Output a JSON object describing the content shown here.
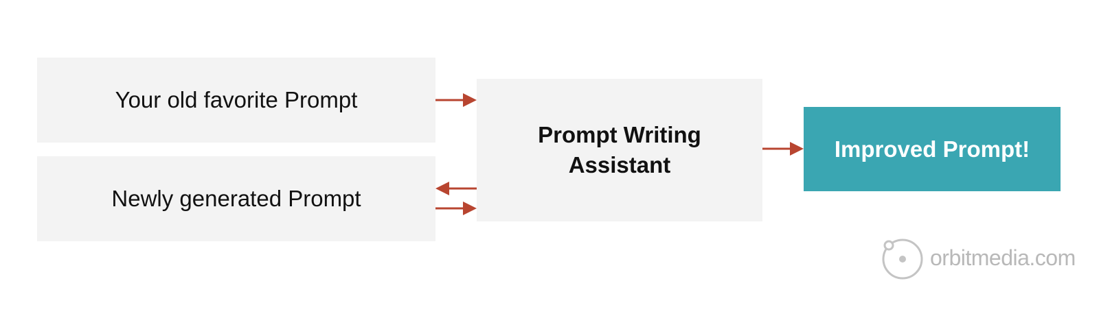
{
  "diagram": {
    "nodes": {
      "old_prompt": "Your old favorite Prompt",
      "new_prompt": "Newly generated Prompt",
      "assistant": "Prompt Writing Assistant",
      "improved": "Improved Prompt!"
    },
    "edges": [
      {
        "from": "old_prompt",
        "to": "assistant"
      },
      {
        "from": "assistant",
        "to": "new_prompt"
      },
      {
        "from": "new_prompt",
        "to": "assistant"
      },
      {
        "from": "assistant",
        "to": "improved"
      }
    ],
    "colors": {
      "box": "#f3f3f3",
      "accent": "#3aa6b2",
      "arrow": "#b84530",
      "text": "#111111",
      "logo": "#b8b8b8"
    }
  },
  "watermark": {
    "text": "orbitmedia.com"
  }
}
